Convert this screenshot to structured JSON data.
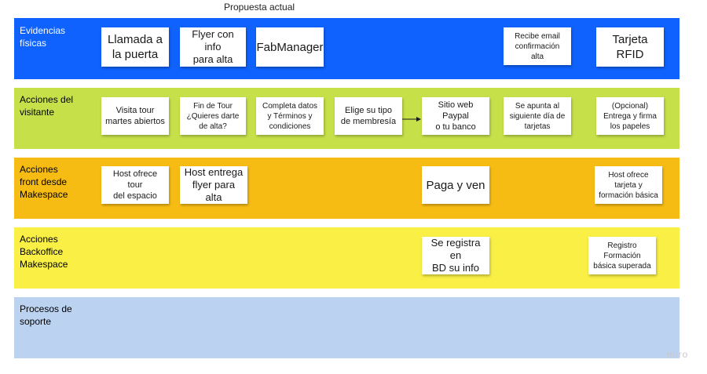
{
  "board": {
    "title": "Propuesta actual",
    "watermark": "miro"
  },
  "lanes": [
    {
      "id": "evidencias",
      "label": "Evidencias\nfísicas",
      "color": "#0f62fe",
      "text_color": "#ffffff",
      "notes": [
        {
          "text": "Llamada a\nla puerta"
        },
        {
          "text": "Flyer con info\npara alta"
        },
        {
          "text": "FabManager"
        },
        {
          "text": "Recibe email\nconfirmación\nalta"
        },
        {
          "text": "Tarjeta\nRFID"
        }
      ]
    },
    {
      "id": "visitante",
      "label": "Acciones del\nvisitante",
      "color": "#c6e04a",
      "text_color": "#1a1a1a",
      "notes": [
        {
          "text": "Visita tour\nmartes abiertos"
        },
        {
          "text": "Fin de Tour\n¿Quieres darte\nde alta?"
        },
        {
          "text": "Completa datos\ny Términos y\ncondiciones"
        },
        {
          "text": "Elige su tipo\nde membresía"
        },
        {
          "text": "Sitio web Paypal\no tu banco"
        },
        {
          "text": "Se apunta al\nsiguiente día de\ntarjetas"
        },
        {
          "text": "(Opcional)\nEntrega y firma\nlos papeles"
        }
      ]
    },
    {
      "id": "front",
      "label": "Acciones\nfront desde\nMakespace",
      "color": "#f7bc14",
      "text_color": "#1a1a1a",
      "notes": [
        {
          "text": "Host ofrece tour\ndel espacio"
        },
        {
          "text": "Host entrega\nflyer para alta"
        },
        {
          "text": "Paga y ven"
        },
        {
          "text": "Host ofrece\ntarjeta y\nformación básica"
        }
      ]
    },
    {
      "id": "backoffice",
      "label": "Acciones\nBackoffice\nMakespace",
      "color": "#f9ef45",
      "text_color": "#1a1a1a",
      "notes": [
        {
          "text": "Se registra en\nBD su info"
        },
        {
          "text": "Registro\nFormación\nbásica superada"
        }
      ]
    },
    {
      "id": "soporte",
      "label": "Procesos de\nsoporte",
      "color": "#bcd2f1",
      "text_color": "#1a1a1a",
      "notes": []
    }
  ]
}
